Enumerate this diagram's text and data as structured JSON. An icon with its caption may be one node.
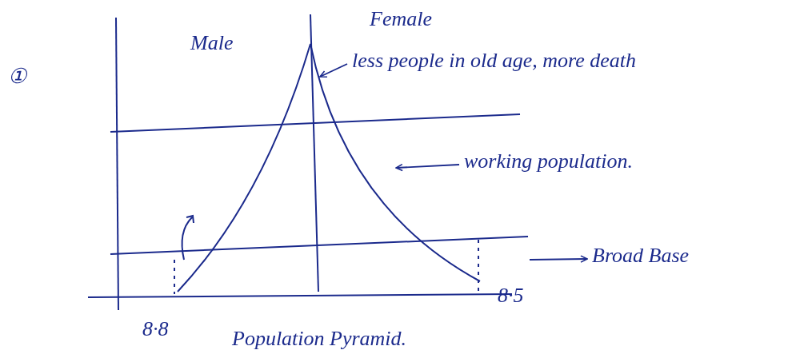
{
  "diagram": {
    "caption": "Population Pyramid.",
    "nodes": [
      {
        "text": [
          "less people in old age, more death"
        ]
      },
      {
        "text": [
          "working population."
        ]
      },
      {
        "text": [
          "Broad Base"
        ]
      }
    ],
    "edges": [
      {
        "from": 0,
        "to": null,
        "arrow": "to"
      },
      {
        "from": 1,
        "to": null,
        "arrow": "to"
      },
      {
        "from": null,
        "to": 2,
        "arrow": "to"
      }
    ],
    "labels": [
      "①",
      "Male",
      "Female",
      "8·8",
      "8·5"
    ]
  }
}
